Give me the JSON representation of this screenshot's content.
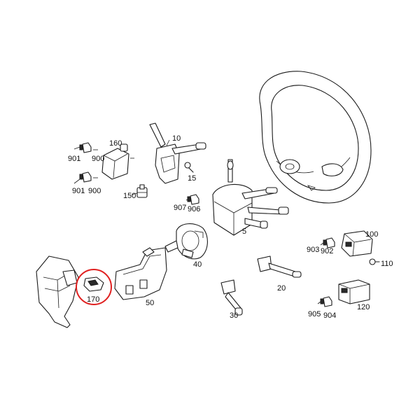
{
  "labels": {
    "p5": "5",
    "p10": "10",
    "p15": "15",
    "p20": "20",
    "p30": "30",
    "p40": "40",
    "p50": "50",
    "p100": "100",
    "p110": "110",
    "p120": "120",
    "p150": "150",
    "p160": "160",
    "p170": "170",
    "p900a": "900",
    "p900b": "900",
    "p901a": "901",
    "p901b": "901",
    "p902": "902",
    "p903": "903",
    "p904": "904",
    "p905": "905",
    "p906": "906",
    "p907": "907"
  },
  "highlight": {
    "part": "170",
    "color": "#e02020"
  }
}
